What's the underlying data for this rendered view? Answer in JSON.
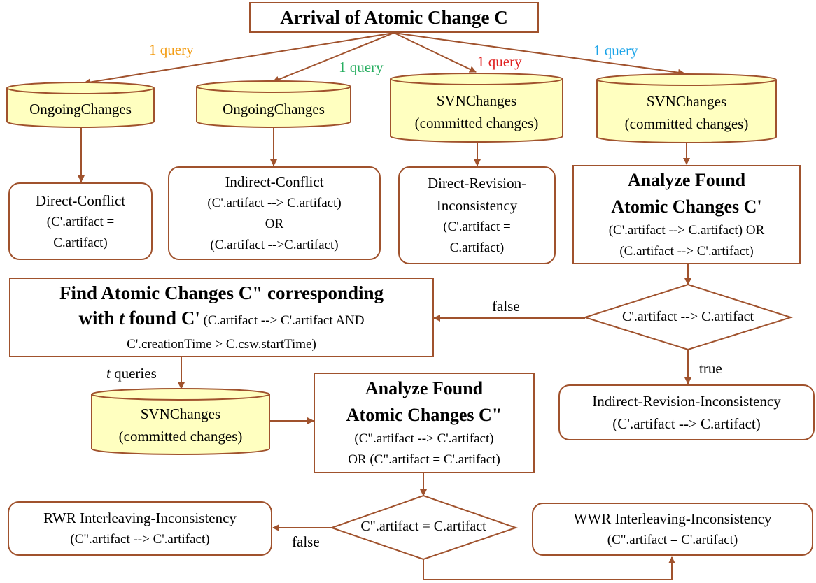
{
  "colors": {
    "stroke": "#a0522d",
    "db_fill": "#ffffc0",
    "q1": "#f39c12",
    "q2": "#27ae60",
    "q3": "#e02020",
    "q4": "#1aa3e8"
  },
  "title": "Arrival of Atomic Change C",
  "queries": [
    "1 query",
    "1 query",
    "1 query",
    "1 query"
  ],
  "db": {
    "ongoing1": "OngoingChanges",
    "ongoing2": "OngoingChanges",
    "svn1": [
      "SVNChanges",
      "(committed changes)"
    ],
    "svn2": [
      "SVNChanges",
      "(committed changes)"
    ],
    "svn3": [
      "SVNChanges",
      "(committed changes)"
    ]
  },
  "direct_conflict": [
    "Direct-Conflict",
    "(C'.artifact =",
    "C.artifact)"
  ],
  "indirect_conflict": [
    "Indirect-Conflict",
    "(C'.artifact --> C.artifact)",
    "OR",
    "(C.artifact -->C.artifact)"
  ],
  "direct_revision": [
    "Direct-Revision-",
    "Inconsistency",
    "(C'.artifact =",
    "C.artifact)"
  ],
  "analyze1": [
    "Analyze Found",
    "Atomic Changes C'",
    "(C'.artifact --> C.artifact) OR",
    "(C.artifact --> C'.artifact)"
  ],
  "find": {
    "line1": "Find Atomic Changes C\" corresponding",
    "line2_bold_a": "with ",
    "line2_italic": "t",
    "line2_bold_b": " found C'",
    "line2_rest": " (C.artifact   --> C'.artifact AND",
    "line3": "C'.creationTime > C.csw.startTime)"
  },
  "diamond1": "C'.artifact --> C.artifact",
  "edge_false1": "false",
  "edge_true1": "true",
  "indirect_revision": [
    "Indirect-Revision-Inconsistency",
    "(C'.artifact --> C.artifact)"
  ],
  "t_queries": {
    "italic": "t",
    "rest": " queries"
  },
  "analyze2": [
    "Analyze Found",
    "Atomic Changes C\"",
    "(C\".artifact --> C'.artifact)",
    "OR (C\".artifact = C'.artifact)"
  ],
  "diamond2": "C\".artifact = C.artifact",
  "edge_false2": "false",
  "rwr": [
    "RWR Interleaving-Inconsistency",
    "(C\".artifact --> C'.artifact)"
  ],
  "wwr": [
    "WWR Interleaving-Inconsistency",
    "(C\".artifact = C'.artifact)"
  ]
}
